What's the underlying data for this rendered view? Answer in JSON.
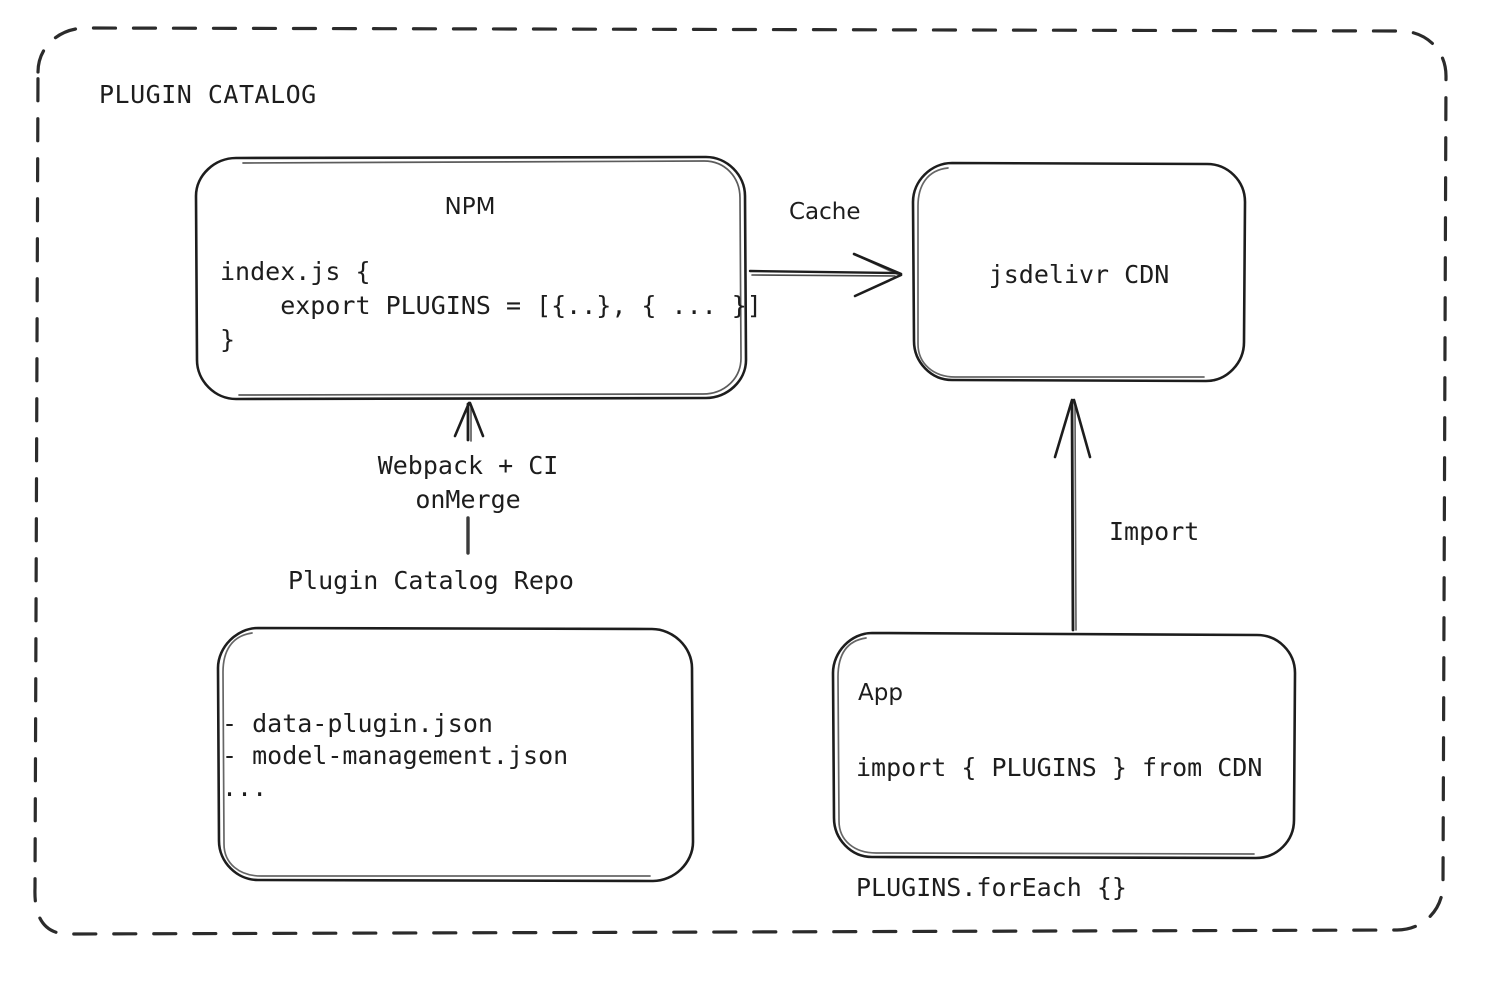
{
  "diagram": {
    "title": "PLUGIN CATALOG",
    "type": "architecture-flow-diagram",
    "background": "#ffffff",
    "stroke_color": "#1d1d1d",
    "nodes": {
      "npm": {
        "name": "NPM",
        "title": "NPM",
        "code": "index.js {\n    export PLUGINS = [{..}, { ... }]\n}"
      },
      "cdn": {
        "name": "jsdelivr CDN",
        "title": "jsdelivr CDN"
      },
      "repo": {
        "caption": "Plugin Catalog Repo",
        "code": "- data-plugin.json\n- model-management.json\n..."
      },
      "app": {
        "title": "App",
        "code": "import { PLUGINS } from CDN\n\nPLUGINS.forEach {}"
      }
    },
    "edges": {
      "cache": {
        "label": "Cache",
        "from": "NPM",
        "to": "jsdelivr CDN",
        "direction": "right"
      },
      "build": {
        "label": "Webpack + CI\nonMerge",
        "from": "Plugin Catalog Repo",
        "to": "NPM",
        "direction": "up"
      },
      "import": {
        "label": "Import",
        "from": "App",
        "to": "jsdelivr CDN",
        "direction": "up"
      }
    }
  }
}
